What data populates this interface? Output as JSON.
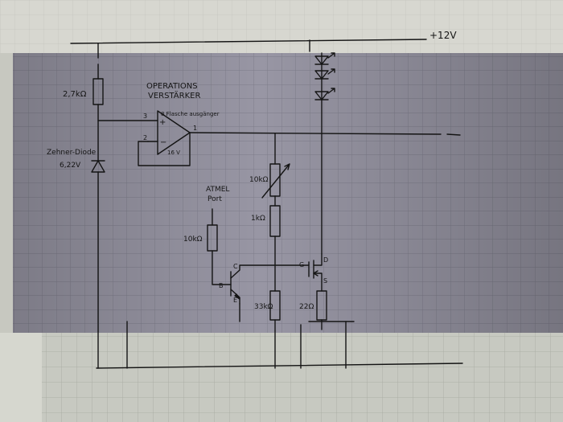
{
  "diagram": {
    "supply_label": "+12V",
    "opamp_title_line1": "OPERATIONS",
    "opamp_title_line2": "VERSTÄRKER",
    "opamp_subtitle": "8 Flasche ausgänger",
    "opamp_pin_noninv": "3",
    "opamp_pin_inv": "2",
    "opamp_pin_out": "1",
    "opamp_pin_gnd": "16 V",
    "opamp_plus": "+",
    "opamp_minus": "−",
    "resistor_top_left": "2,7kΩ",
    "zener_line1": "Zehner-Diode",
    "zener_line2": "6,22V",
    "pot_label": "10kΩ",
    "resistor_1k": "1kΩ",
    "atmel_line1": "ATMEL",
    "atmel_line2": "Port",
    "resistor_base": "10kΩ",
    "bjt_c": "C",
    "bjt_b": "B",
    "bjt_e": "E",
    "resistor_emitter": "33kΩ",
    "mosfet_g": "G",
    "mosfet_d": "D",
    "mosfet_s": "S",
    "resistor_source": "22Ω"
  },
  "colors": {
    "paper": "#9a98a6",
    "paper_bottom": "#c9ccc4",
    "grid": "#7c7b88",
    "ink": "#141414",
    "background": "#3d3d3f"
  }
}
